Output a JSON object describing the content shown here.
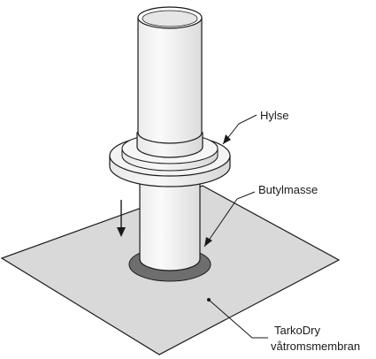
{
  "diagram": {
    "labels": {
      "sleeve": "Hylse",
      "butyl": "Butylmasse",
      "membrane_line1": "TarkoDry",
      "membrane_line2": "våtromsmembran"
    },
    "colors": {
      "membrane": "#d9d9d9",
      "pipe": "#f4f4f4",
      "pipe_shade": "#e2e2e2",
      "outline": "#1a1a1a",
      "butyl": "#6e6e6e"
    },
    "icons": {
      "direction_arrow": "arrow-down-icon"
    }
  }
}
